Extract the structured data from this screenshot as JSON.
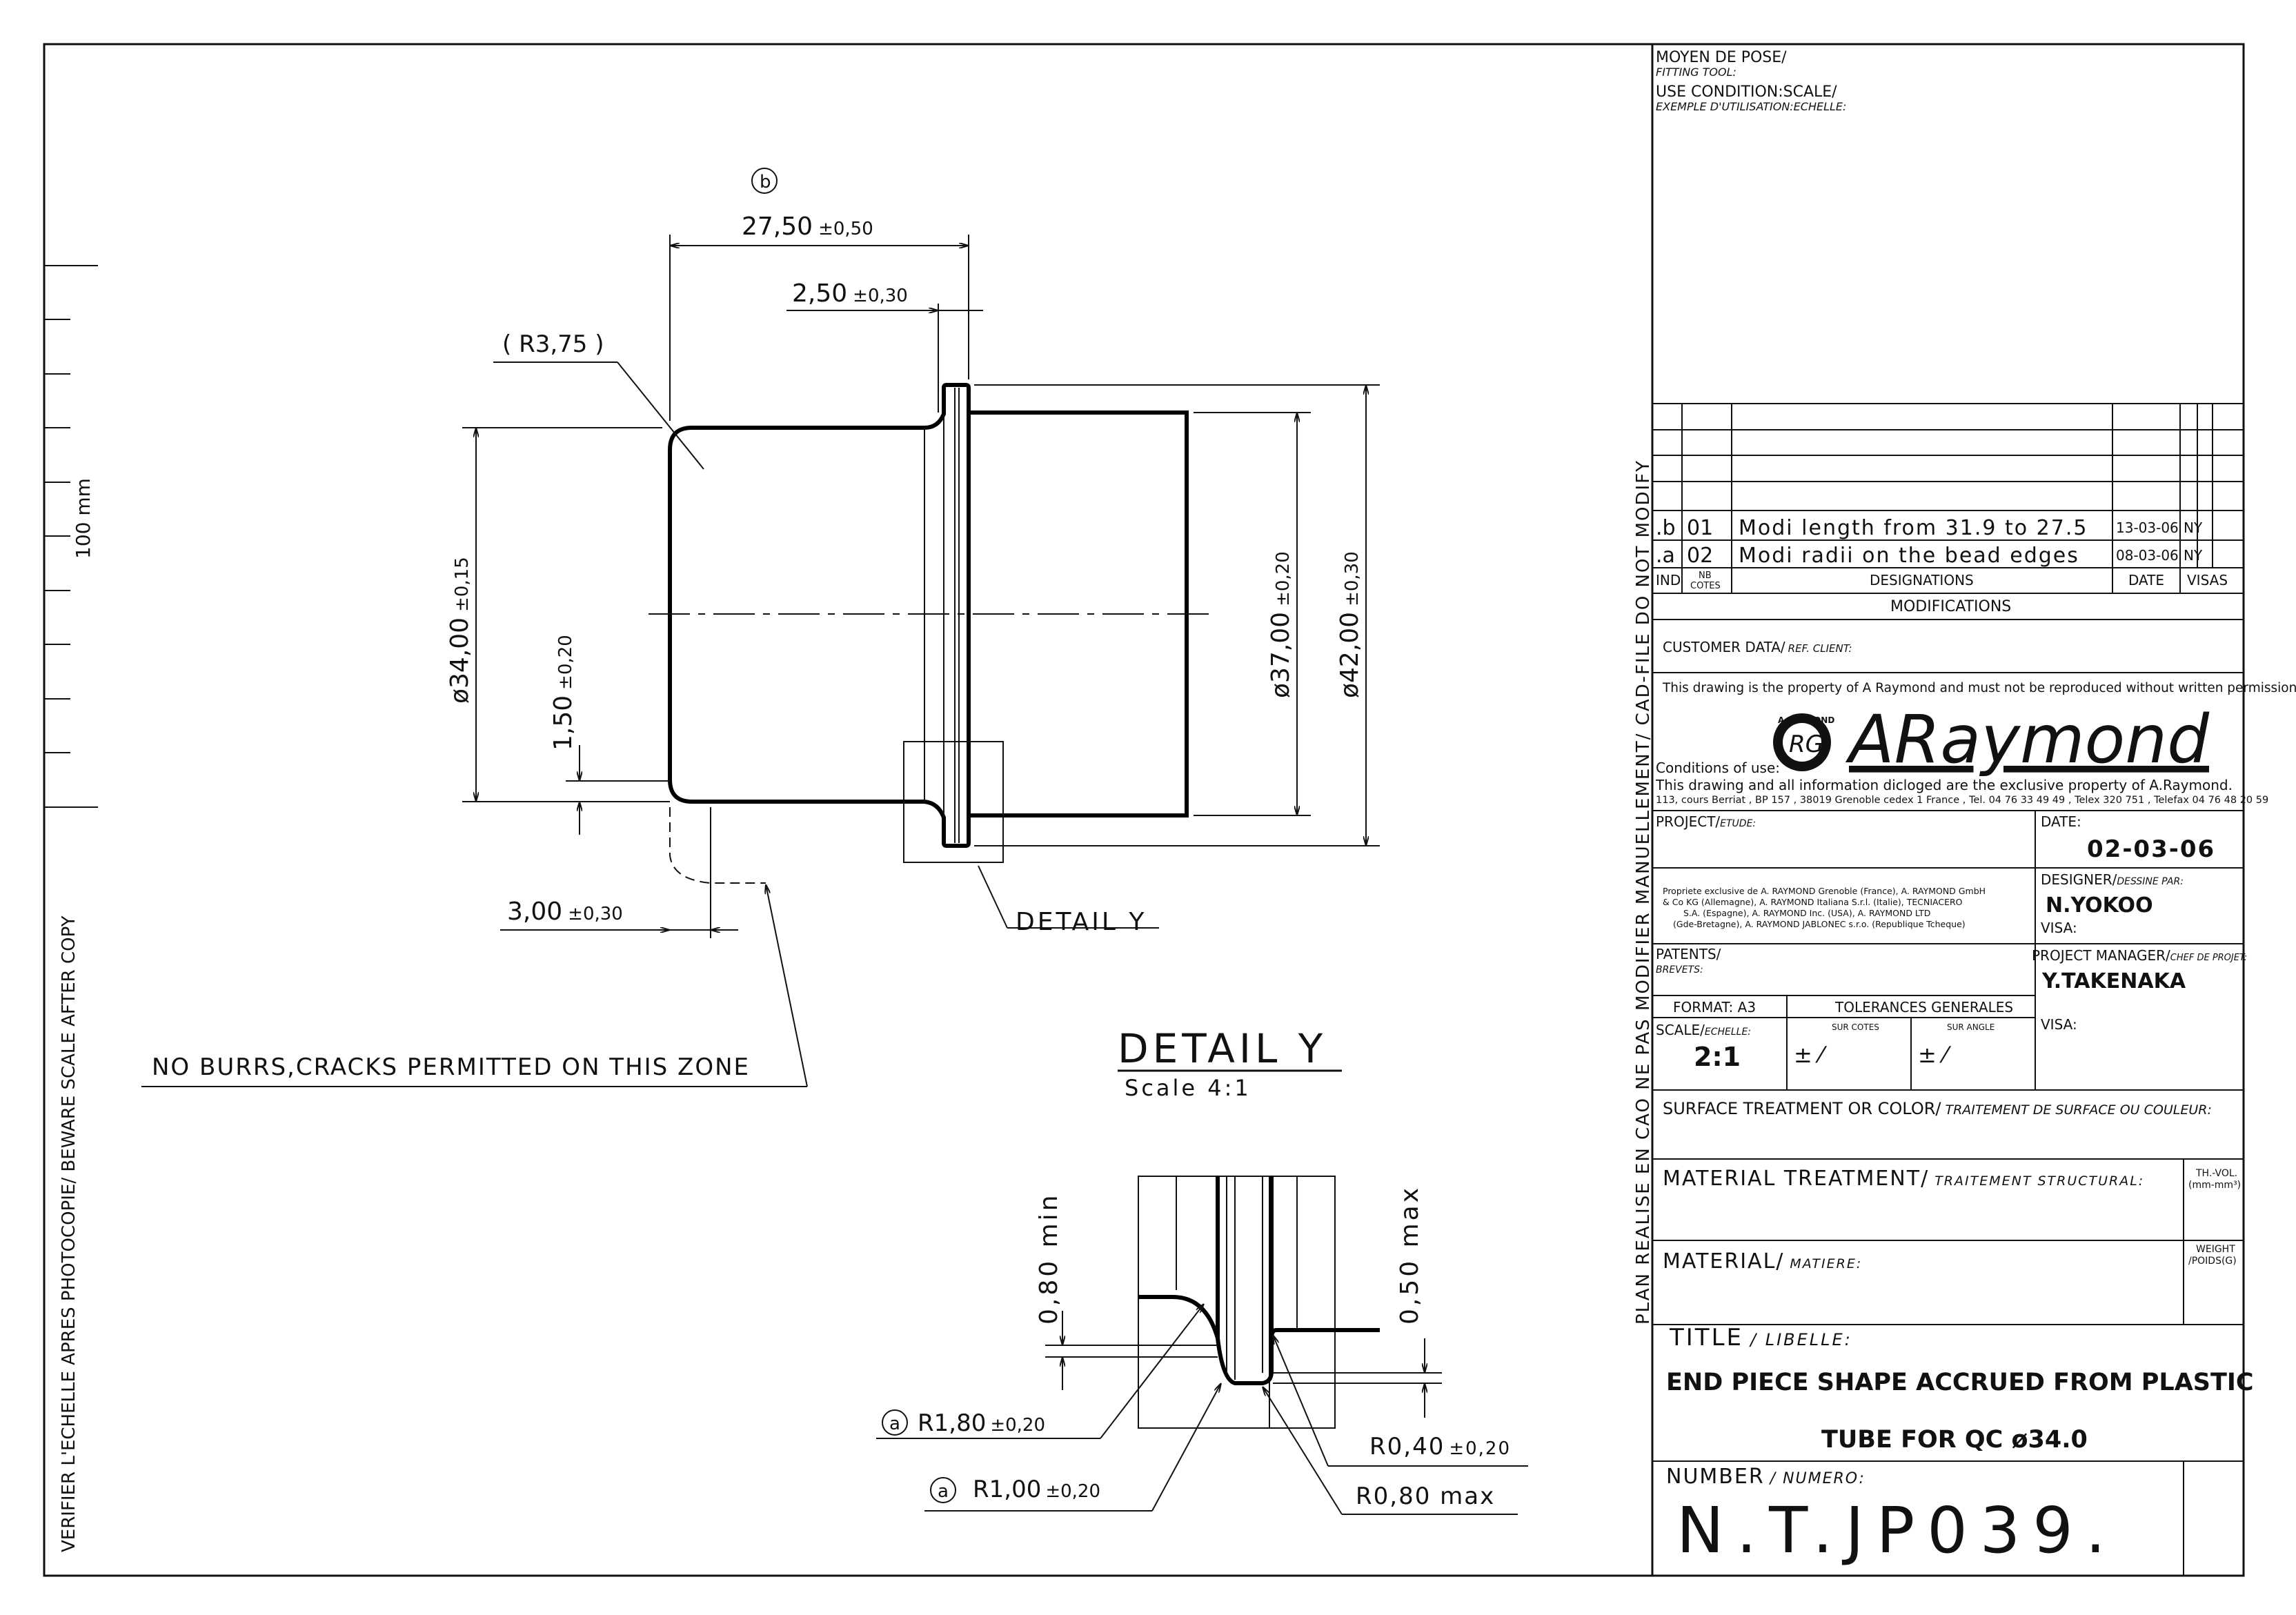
{
  "side_notes": {
    "scale_label": "100 mm",
    "left_vertical": "VERIFIER L'ECHELLE APRES PHOTOCOPIE/ BEWARE SCALE AFTER COPY",
    "tb_vertical": "PLAN REALISE EN CAO NE PAS MODIFIER MANUELLEMENT/ CAD-FILE DO NOT MODIFY"
  },
  "main_view": {
    "balloon_b": "b",
    "dim_length": "27,50",
    "dim_length_tol": "±0,50",
    "dim_bead": "2,50",
    "dim_bead_tol": "±0,30",
    "radius_note": "( R3,75 )",
    "dim_d34": "ø34,00",
    "dim_d34_tol": "±0,15",
    "dim_d37": "ø37,00",
    "dim_d37_tol": "±0,20",
    "dim_d42": "ø42,00",
    "dim_d42_tol": "±0,30",
    "dim_wall": "1,50",
    "dim_wall_tol": "±0,20",
    "dim_zone": "3,00",
    "dim_zone_tol": "±0,30",
    "detail_callout": "DETAIL Y",
    "zone_note": "NO BURRS,CRACKS PERMITTED ON THIS ZONE"
  },
  "detail_view": {
    "title": "DETAIL Y",
    "scale": "Scale 4:1",
    "dim_min": "0,80 min",
    "dim_max": "0,50 max",
    "balloon_a1": "a",
    "r180": "R1,80",
    "r180_tol": "±0,20",
    "balloon_a2": "a",
    "r100": "R1,00",
    "r100_tol": "±0,20",
    "r040": "R0,40",
    "r040_tol": "±0,20",
    "r080": "R0,80 max"
  },
  "title_block": {
    "fitting_tool": "MOYEN DE POSE/",
    "fitting_tool_en": "FITTING TOOL:",
    "use_condition": "USE CONDITION:SCALE/",
    "use_condition_fr": "EXEMPLE D'UTILISATION:ECHELLE:",
    "revisions": [
      {
        "ind": ".b",
        "nb": "01",
        "designation": "Modi length from 31.9 to 27.5",
        "date": "13-03-06",
        "visa": "NY"
      },
      {
        "ind": ".a",
        "nb": "02",
        "designation": "Modi radii on the bead edges",
        "date": "08-03-06",
        "visa": "NY"
      }
    ],
    "rev_head": {
      "ind": "IND",
      "nb": "NB",
      "nb2": "COTES",
      "designation": "DESIGNATIONS",
      "date": "DATE",
      "visa": "VISAS"
    },
    "modifications": "MODIFICATIONS",
    "customer_data": "CUSTOMER DATA/",
    "customer_data_fr": "REF. CLIENT:",
    "property_note": "This drawing is the property of A Raymond and must not be reproduced without written permission,",
    "logo_text": "ARaymond",
    "logo_ring": "A.RAYMOND",
    "logo_mono": "RG",
    "conditions": "Conditions of use:",
    "info_note": "This drawing and all information dicloged are the exclusive property of A.Raymond.",
    "address": "113, cours Berriat , BP 157 , 38019 Grenoble cedex 1 France , Tel. 04 76 33 49 49 , Telex 320 751 , Telefax 04 76 48 20 59",
    "project": "PROJECT/",
    "project_fr": "ETUDE:",
    "date_label": "DATE:",
    "date_value": "02-03-06",
    "ownership": [
      "Propriete exclusive de A. RAYMOND Grenoble (France), A. RAYMOND GmbH",
      "& Co KG (Allemagne), A. RAYMOND Italiana S.r.l. (Italie), TECNIACERO",
      "S.A. (Espagne), A. RAYMOND Inc. (USA), A. RAYMOND LTD",
      "(Gde-Bretagne), A. RAYMOND JABLONEC s.r.o. (Republique Tcheque)"
    ],
    "designer_label": "DESIGNER/",
    "designer_label_fr": "DESSINE PAR:",
    "designer": "N.YOKOO",
    "visa": "VISA:",
    "patents": "PATENTS/",
    "patents_fr": "BREVETS:",
    "pm_label": "PROJECT MANAGER/",
    "pm_label_fr": "CHEF DE PROJET:",
    "pm": "Y.TAKENAKA",
    "format": "FORMAT: A3",
    "tolerances": "TOLERANCES GENERALES",
    "scale_label": "SCALE/",
    "scale_label_fr": "ECHELLE:",
    "scale_value": "2:1",
    "sur_cotes": "SUR COTES",
    "sur_angle": "SUR ANGLE",
    "tol_cotes": "± ⁄",
    "tol_angle": "± ⁄",
    "surface": "SURFACE TREATMENT OR COLOR/",
    "surface_fr": "TRAITEMENT DE SURFACE OU COULEUR:",
    "material_treatment": "MATERIAL TREATMENT/",
    "material_treatment_fr": "TRAITEMENT STRUCTURAL:",
    "th_vol": "TH.-VOL.",
    "th_vol_unit": "(mm-mm³)",
    "material": "MATERIAL/",
    "material_fr": "MATIERE:",
    "weight": "WEIGHT",
    "weight_fr": "/POIDS(G)",
    "title_label": "TITLE",
    "title_label_fr": "/ LIBELLE:",
    "title_line1": "END PIECE SHAPE ACCRUED FROM PLASTIC",
    "title_line2": "TUBE FOR QC ø34.0",
    "number_label": "NUMBER",
    "number_label_fr": "/ NUMERO:",
    "number_value": "N.T.JP039."
  }
}
